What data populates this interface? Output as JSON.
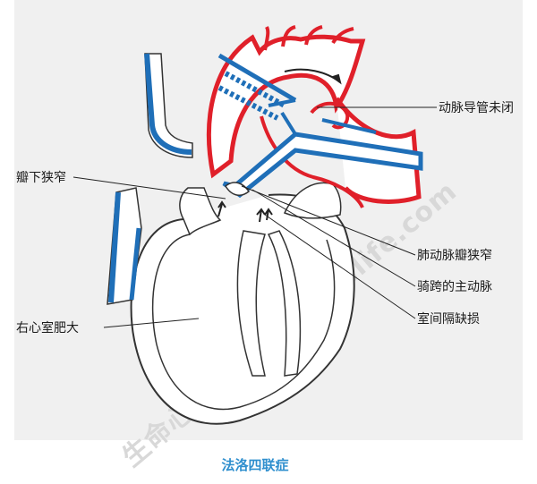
{
  "labels": {
    "pda": "动脉导管未闭",
    "subvalvular_stenosis": "瓣下狭窄",
    "pulmonary_stenosis": "肺动脉瓣狭窄",
    "overriding_aorta": "骑跨的主动脉",
    "vsd": "室间隔缺损",
    "rvh": "右心室肥大"
  },
  "caption": "法洛四联症",
  "watermark": "生命心想图 www.ECGlife.com",
  "colors": {
    "artery": "#e0202a",
    "vein": "#1f6fb8",
    "line": "#222222",
    "caption": "#2f8fce",
    "panel": "#f0f0f0"
  }
}
